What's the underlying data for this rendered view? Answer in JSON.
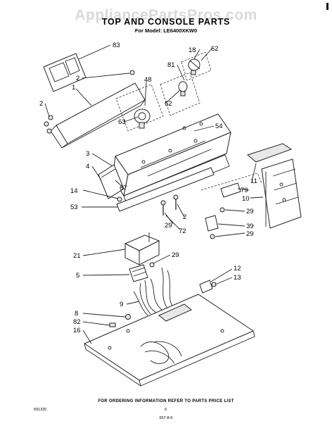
{
  "watermark": "AppliancePartsPros.com",
  "title": "TOP AND CONSOLE PARTS",
  "model_line": "For Model: LE6400XKW0",
  "labels": {
    "l83": "83",
    "l18": "18",
    "l62a": "62",
    "l81": "81",
    "l48": "48",
    "l2a": "2",
    "l1": "1",
    "l2b": "2",
    "l62b": "62",
    "l63": "63",
    "l54": "54",
    "l3": "3",
    "l4": "4",
    "l67": "67",
    "l14": "14",
    "l53": "53",
    "l11": "11",
    "l79": "79",
    "l10": "10",
    "l2c": "2",
    "l29a": "29",
    "l29b": "29",
    "l72": "72",
    "l39": "39",
    "l29c": "29",
    "l21": "21",
    "l29d": "29",
    "l5": "5",
    "l12": "12",
    "l13": "13",
    "l9": "9",
    "l8": "8",
    "l82": "82",
    "l16": "16"
  },
  "footer": {
    "doc_number": "691320",
    "instruction": "FOR ORDERING INFORMATION REFER TO PARTS PRICE LIST",
    "page": "6",
    "date_code": "657-8-6"
  }
}
